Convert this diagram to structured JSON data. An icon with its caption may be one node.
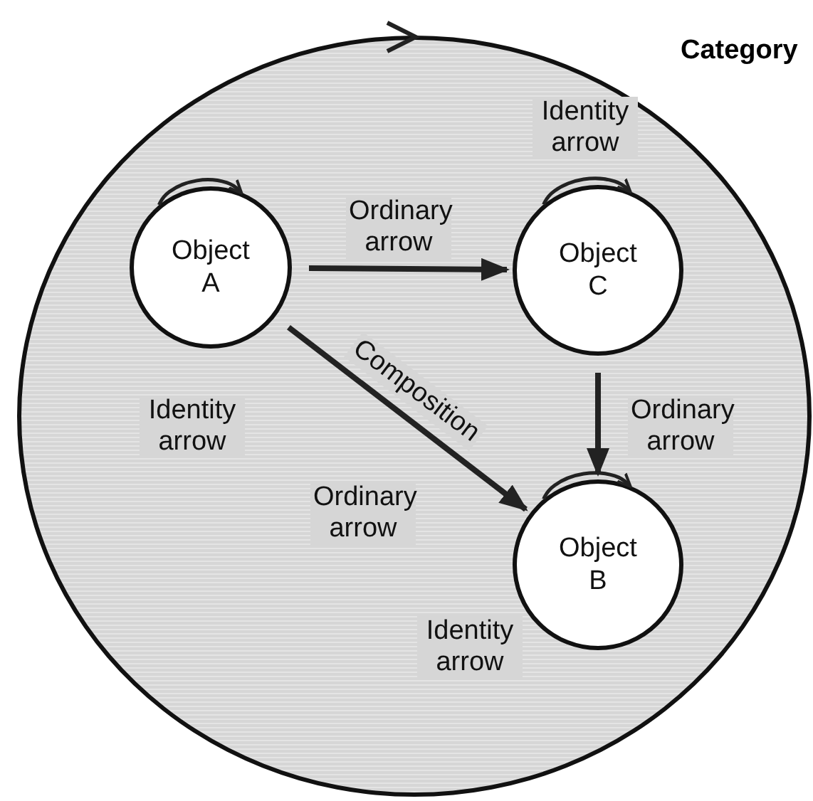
{
  "diagram": {
    "nodes": [
      {
        "text": [
          "Category"
        ]
      },
      {
        "text": [
          "Object A"
        ],
        "in": 0
      },
      {
        "text": [
          "Object C"
        ],
        "in": 0
      },
      {
        "text": [
          "Object B"
        ],
        "in": 0
      }
    ],
    "edges": [
      {
        "from": 1,
        "to": 2,
        "arrow": "to",
        "label": "Ordinary arrow"
      },
      {
        "from": 2,
        "to": 3,
        "arrow": "to",
        "label": "Ordinary arrow"
      },
      {
        "from": 1,
        "to": 3,
        "arrow": "to",
        "label": "Composition"
      },
      {
        "from": 1,
        "to": 1,
        "arrow": "to"
      },
      {
        "from": 2,
        "to": 2,
        "arrow": "to"
      },
      {
        "from": 3,
        "to": 3,
        "arrow": "to"
      }
    ],
    "labels": [
      "Identity arrow",
      "Identity arrow",
      "Ordinary arrow",
      "Identity arrow"
    ]
  }
}
